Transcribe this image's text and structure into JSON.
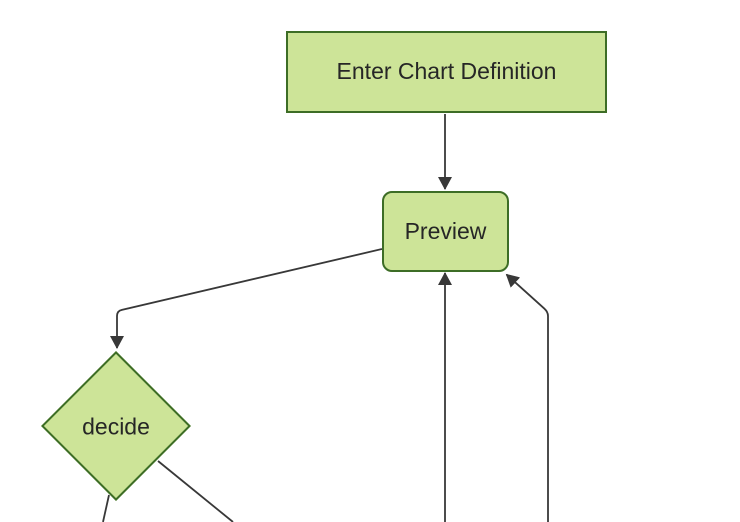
{
  "diagram": {
    "kind": "flowchart",
    "theme": {
      "node_fill": "#cde498",
      "node_border": "#3d6d26",
      "edge_color": "#383838",
      "text_color": "#262626",
      "background": "#ffffff"
    },
    "nodes": [
      {
        "id": "enter-chart-definition",
        "label": "Enter Chart Definition",
        "shape": "rectangle"
      },
      {
        "id": "preview",
        "label": "Preview",
        "shape": "rounded-rectangle"
      },
      {
        "id": "decide",
        "label": "decide",
        "shape": "diamond"
      }
    ],
    "edges": [
      {
        "from": "enter-chart-definition",
        "to": "preview",
        "arrow": "into-preview-top"
      },
      {
        "from": "preview",
        "to": "decide",
        "arrow": "into-decide-top"
      },
      {
        "from": "offscreen-bottom",
        "to": "preview",
        "arrow": "into-preview-bottom"
      },
      {
        "from": "offscreen-bottom",
        "to": "preview",
        "arrow": "into-preview-bottom-right-corner"
      },
      {
        "from": "decide",
        "to": "offscreen-bottom-left",
        "arrow": "none-visible"
      },
      {
        "from": "decide",
        "to": "offscreen-bottom-right",
        "arrow": "none-visible"
      }
    ]
  }
}
